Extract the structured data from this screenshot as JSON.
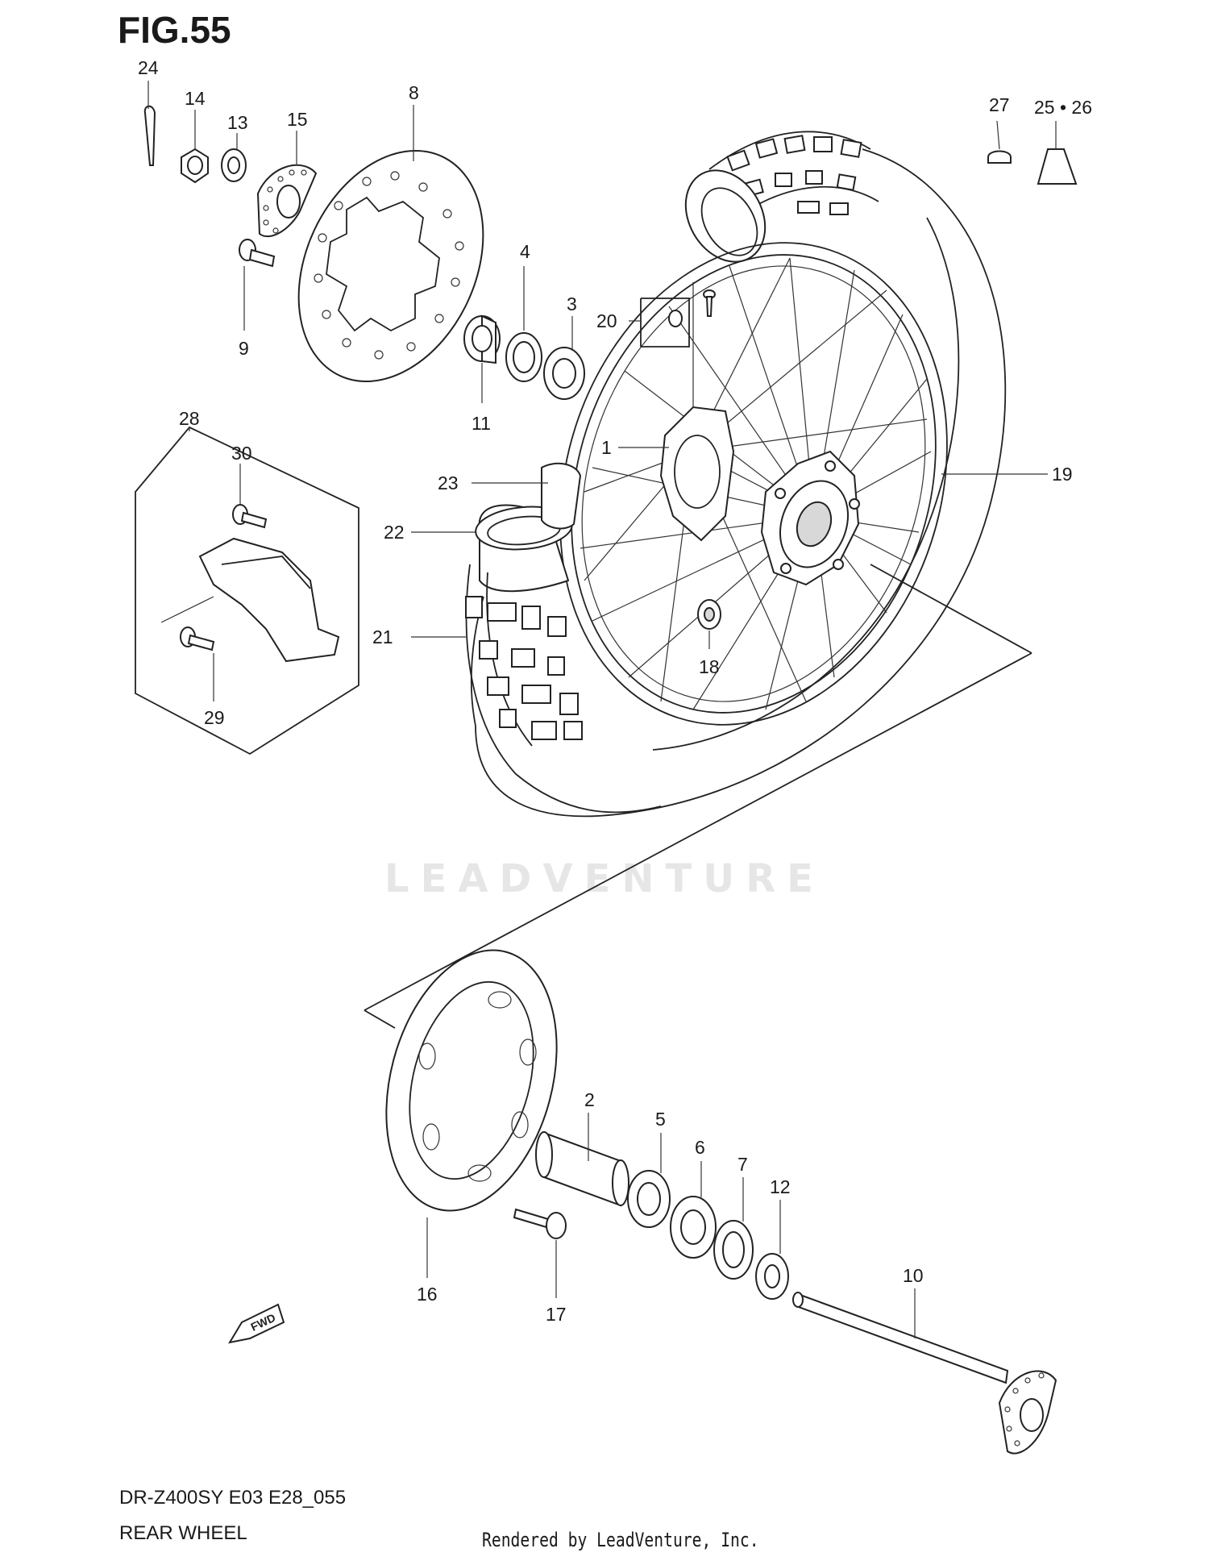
{
  "figure": {
    "title": "FIG.55",
    "model_code": "DR-Z400SY E03 E28_055",
    "section_name": "REAR WHEEL",
    "rendered_by": "Rendered by LeadVenture, Inc.",
    "watermark": "LEADVENTURE",
    "fwd_label": "FWD"
  },
  "callouts": {
    "c1": "1",
    "c2": "2",
    "c3": "3",
    "c4": "4",
    "c5": "5",
    "c6": "6",
    "c7": "7",
    "c8": "8",
    "c9": "9",
    "c10": "10",
    "c11": "11",
    "c12": "12",
    "c13": "13",
    "c14": "14",
    "c15": "15",
    "c16": "16",
    "c17": "17",
    "c18": "18",
    "c19": "19",
    "c20": "20",
    "c21": "21",
    "c22": "22",
    "c23": "23",
    "c24": "24",
    "c25_26": "25 • 26",
    "c27": "27",
    "c28": "28",
    "c29": "29",
    "c30": "30"
  }
}
